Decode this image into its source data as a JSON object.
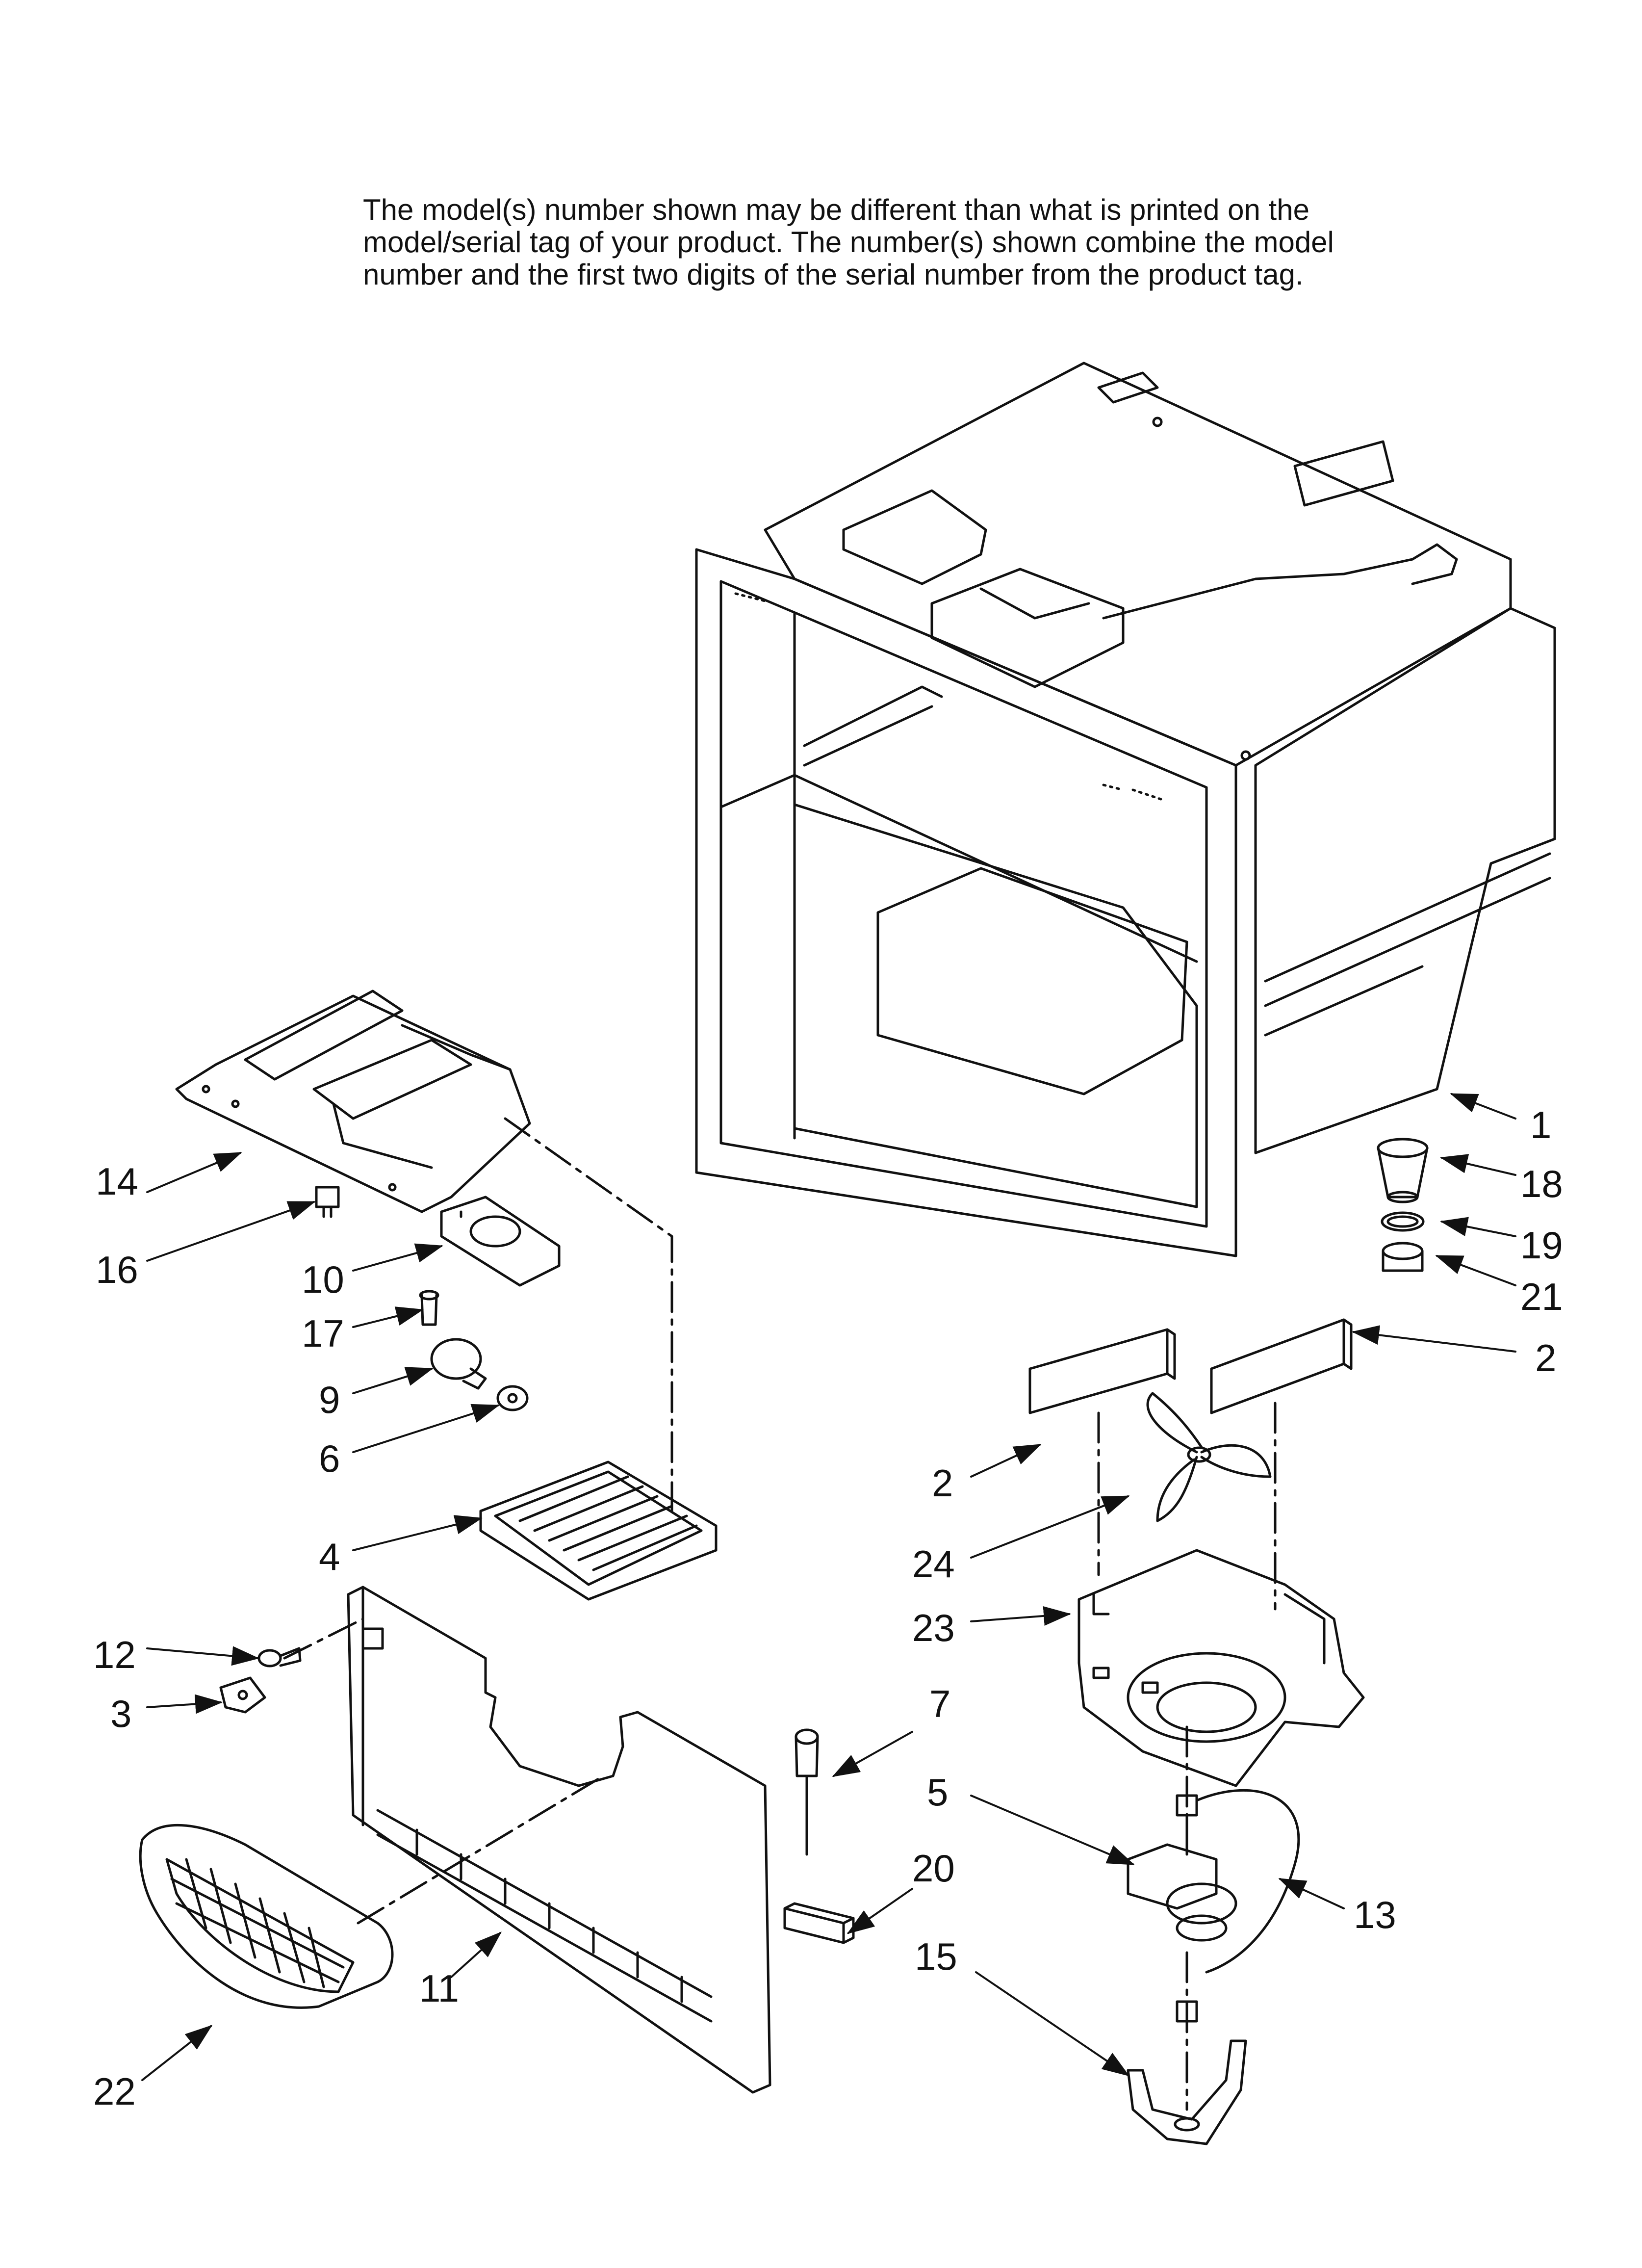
{
  "notice": {
    "line1": "The model(s) number shown may be different than what is printed on the",
    "line2": "model/serial tag of your product. The number(s) shown combine the model",
    "line3": "number and the first two digits of the serial number from the product tag."
  },
  "callouts": [
    {
      "id": "c1",
      "label": "1"
    },
    {
      "id": "c18",
      "label": "18"
    },
    {
      "id": "c19",
      "label": "19"
    },
    {
      "id": "c21",
      "label": "21"
    },
    {
      "id": "c2a",
      "label": "2"
    },
    {
      "id": "c2b",
      "label": "2"
    },
    {
      "id": "c24",
      "label": "24"
    },
    {
      "id": "c23",
      "label": "23"
    },
    {
      "id": "c7",
      "label": "7"
    },
    {
      "id": "c5",
      "label": "5"
    },
    {
      "id": "c20",
      "label": "20"
    },
    {
      "id": "c13",
      "label": "13"
    },
    {
      "id": "c15",
      "label": "15"
    },
    {
      "id": "c14",
      "label": "14"
    },
    {
      "id": "c16",
      "label": "16"
    },
    {
      "id": "c10",
      "label": "10"
    },
    {
      "id": "c17",
      "label": "17"
    },
    {
      "id": "c9",
      "label": "9"
    },
    {
      "id": "c6",
      "label": "6"
    },
    {
      "id": "c4",
      "label": "4"
    },
    {
      "id": "c12",
      "label": "12"
    },
    {
      "id": "c3",
      "label": "3"
    },
    {
      "id": "c11",
      "label": "11"
    },
    {
      "id": "c22",
      "label": "22"
    }
  ]
}
